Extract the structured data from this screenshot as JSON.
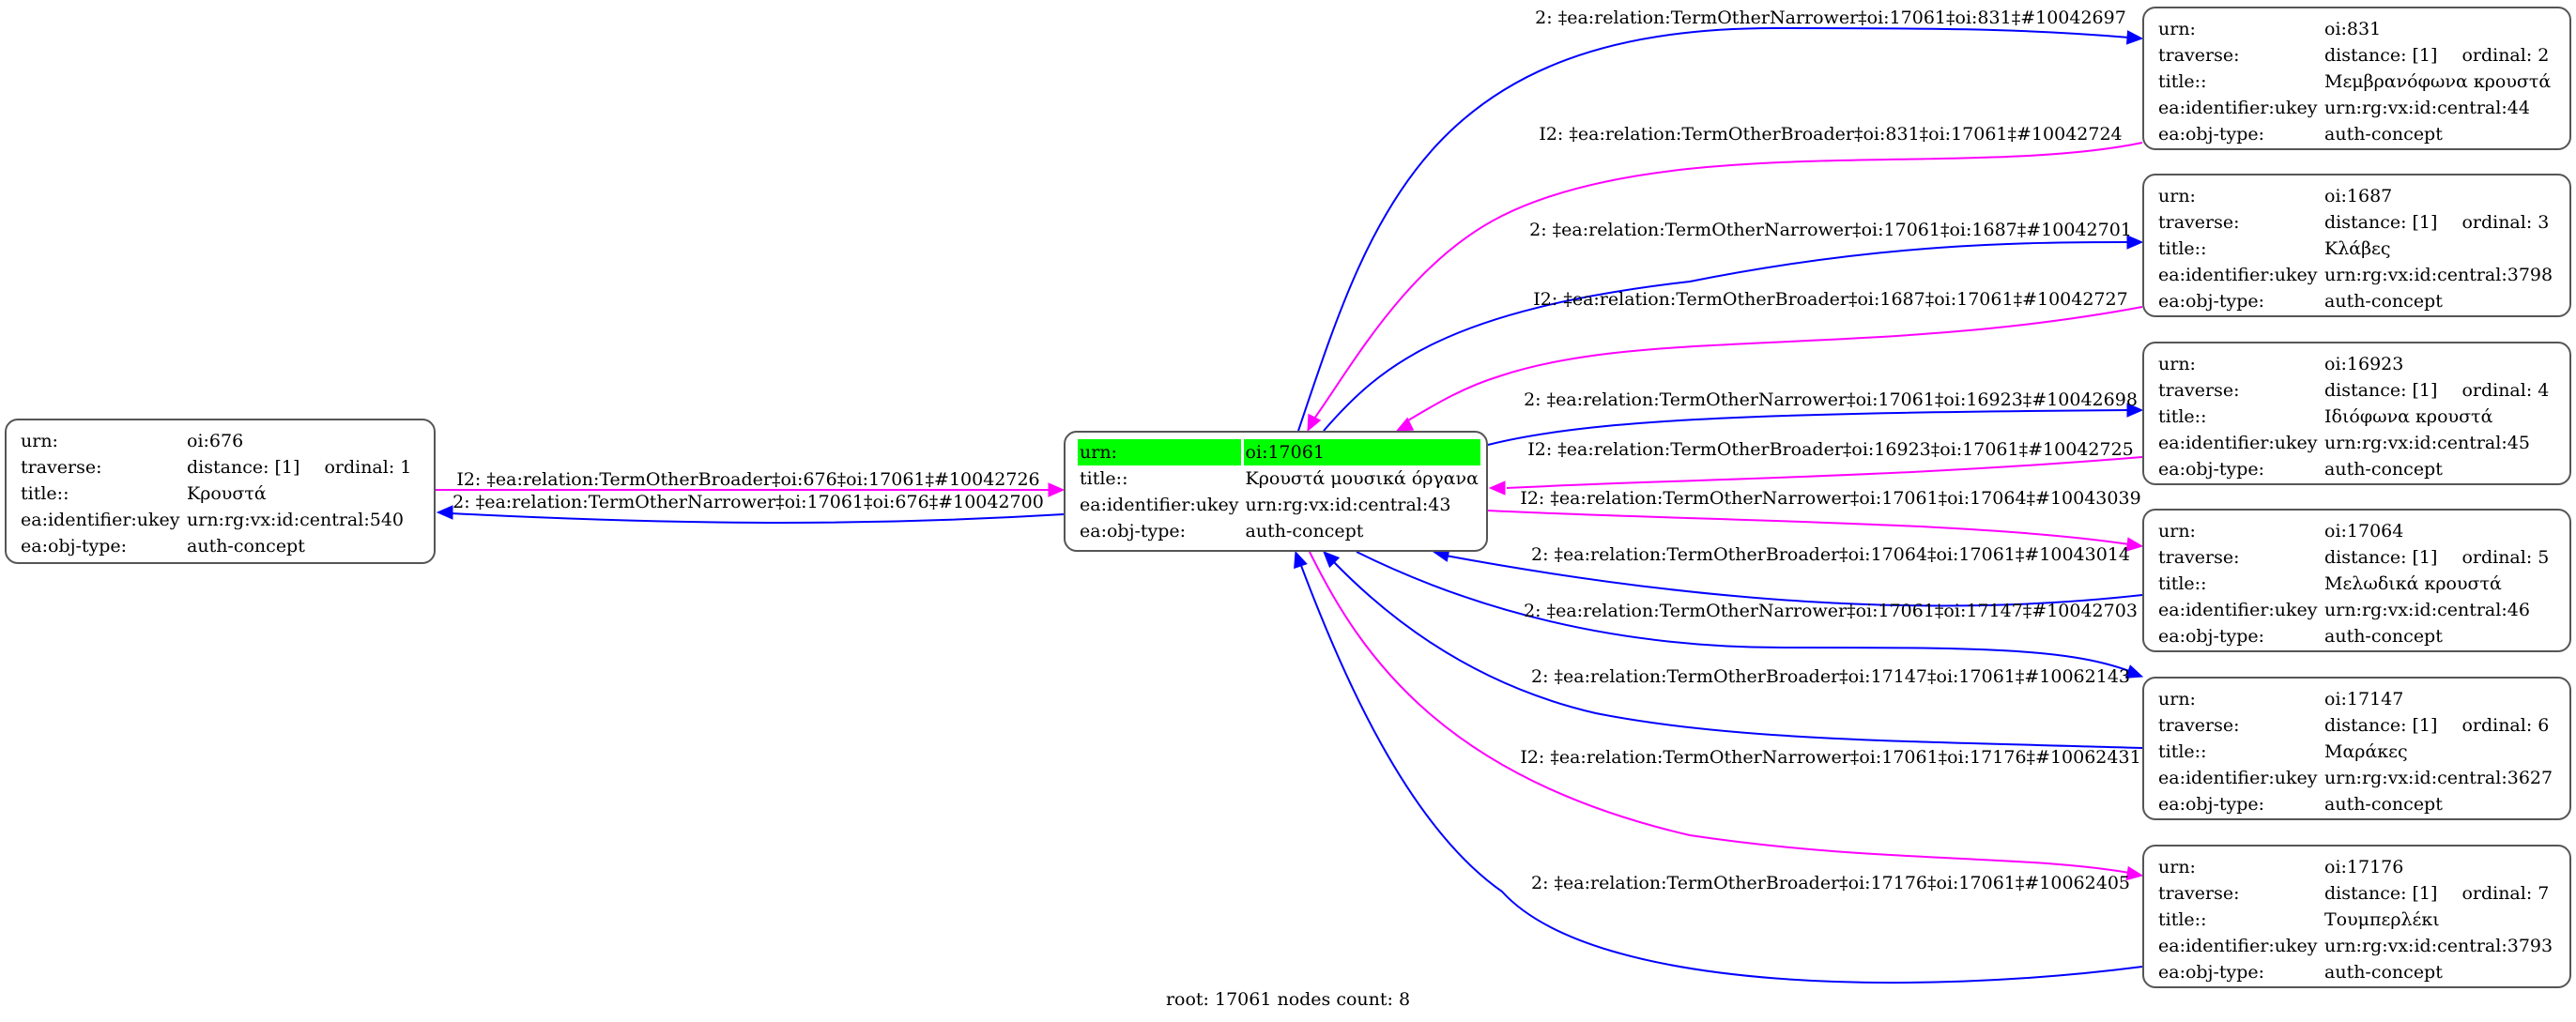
{
  "colors": {
    "narrower": "#0000ff",
    "broader": "#ff00ff",
    "highlight": "#00ff00"
  },
  "root": {
    "rows": [
      {
        "key": "urn:",
        "value": "oi:17061",
        "highlight": true
      },
      {
        "key": "title::",
        "value": "Κρουστά μουσικά όργανα"
      },
      {
        "key": "ea:identifier:ukey",
        "value": "urn:rg:vx:id:central:43"
      },
      {
        "key": "ea:obj-type:",
        "value": "auth-concept"
      }
    ]
  },
  "nodes": [
    {
      "id": "676",
      "urn": "oi:676",
      "distance": "distance: [1]",
      "ordinal": "ordinal: 1",
      "title": "Κρουστά",
      "ukey": "urn:rg:vx:id:central:540",
      "objtype": "auth-concept"
    },
    {
      "id": "831",
      "urn": "oi:831",
      "distance": "distance: [1]",
      "ordinal": "ordinal: 2",
      "title": "Μεμβρανόφωνα κρουστά",
      "ukey": "urn:rg:vx:id:central:44",
      "objtype": "auth-concept"
    },
    {
      "id": "1687",
      "urn": "oi:1687",
      "distance": "distance: [1]",
      "ordinal": "ordinal: 3",
      "title": "Κλάβες",
      "ukey": "urn:rg:vx:id:central:3798",
      "objtype": "auth-concept"
    },
    {
      "id": "16923",
      "urn": "oi:16923",
      "distance": "distance: [1]",
      "ordinal": "ordinal: 4",
      "title": "Ιδιόφωνα κρουστά",
      "ukey": "urn:rg:vx:id:central:45",
      "objtype": "auth-concept"
    },
    {
      "id": "17064",
      "urn": "oi:17064",
      "distance": "distance: [1]",
      "ordinal": "ordinal: 5",
      "title": "Μελωδικά κρουστά",
      "ukey": "urn:rg:vx:id:central:46",
      "objtype": "auth-concept"
    },
    {
      "id": "17147",
      "urn": "oi:17147",
      "distance": "distance: [1]",
      "ordinal": "ordinal: 6",
      "title": "Μαράκες",
      "ukey": "urn:rg:vx:id:central:3627",
      "objtype": "auth-concept"
    },
    {
      "id": "17176",
      "urn": "oi:17176",
      "distance": "distance: [1]",
      "ordinal": "ordinal: 7",
      "title": "Τουμπερλέκι",
      "ukey": "urn:rg:vx:id:central:3793",
      "objtype": "auth-concept"
    }
  ],
  "row_keys": {
    "urn": "urn:",
    "traverse": "traverse:",
    "title": "title::",
    "ukey": "ea:identifier:ukey",
    "objtype": "ea:obj-type:"
  },
  "edges": [
    {
      "label": "I2: ‡ea:relation:TermOtherBroader‡oi:676‡oi:17061‡#10042726",
      "type": "broader",
      "from": "676",
      "to": "17061"
    },
    {
      "label": "2: ‡ea:relation:TermOtherNarrower‡oi:17061‡oi:676‡#10042700",
      "type": "narrower",
      "from": "17061",
      "to": "676"
    },
    {
      "label": "2: ‡ea:relation:TermOtherNarrower‡oi:17061‡oi:831‡#10042697",
      "type": "narrower",
      "from": "17061",
      "to": "831"
    },
    {
      "label": "I2: ‡ea:relation:TermOtherBroader‡oi:831‡oi:17061‡#10042724",
      "type": "broader",
      "from": "831",
      "to": "17061"
    },
    {
      "label": "2: ‡ea:relation:TermOtherNarrower‡oi:17061‡oi:1687‡#10042701",
      "type": "narrower",
      "from": "17061",
      "to": "1687"
    },
    {
      "label": "I2: ‡ea:relation:TermOtherBroader‡oi:1687‡oi:17061‡#10042727",
      "type": "broader",
      "from": "1687",
      "to": "17061"
    },
    {
      "label": "2: ‡ea:relation:TermOtherNarrower‡oi:17061‡oi:16923‡#10042698",
      "type": "narrower",
      "from": "17061",
      "to": "16923"
    },
    {
      "label": "I2: ‡ea:relation:TermOtherBroader‡oi:16923‡oi:17061‡#10042725",
      "type": "broader",
      "from": "16923",
      "to": "17061"
    },
    {
      "label": "I2: ‡ea:relation:TermOtherNarrower‡oi:17061‡oi:17064‡#10043039",
      "type": "broader",
      "from": "17061",
      "to": "17064"
    },
    {
      "label": "2: ‡ea:relation:TermOtherBroader‡oi:17064‡oi:17061‡#10043014",
      "type": "narrower",
      "from": "17064",
      "to": "17061"
    },
    {
      "label": "2: ‡ea:relation:TermOtherNarrower‡oi:17061‡oi:17147‡#10042703",
      "type": "narrower",
      "from": "17061",
      "to": "17147"
    },
    {
      "label": "2: ‡ea:relation:TermOtherBroader‡oi:17147‡oi:17061‡#10062143",
      "type": "narrower",
      "from": "17147",
      "to": "17061"
    },
    {
      "label": "I2: ‡ea:relation:TermOtherNarrower‡oi:17061‡oi:17176‡#10062431",
      "type": "broader",
      "from": "17061",
      "to": "17176"
    },
    {
      "label": "2: ‡ea:relation:TermOtherBroader‡oi:17176‡oi:17061‡#10062405",
      "type": "narrower",
      "from": "17176",
      "to": "17061"
    }
  ],
  "footer": "root: 17061 nodes count: 8"
}
